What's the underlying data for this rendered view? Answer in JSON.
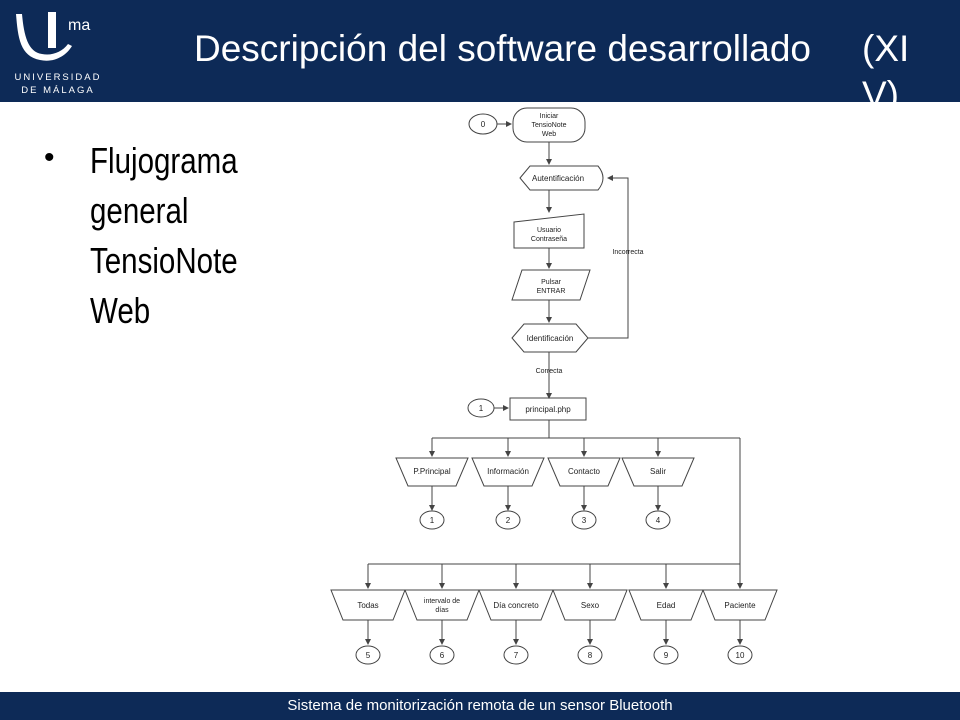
{
  "header": {
    "title": "Descripción del software desarrollado",
    "title_suffix": "(XIV)",
    "logo": {
      "icon": "university-logo-icon",
      "superscript": "ma",
      "line1": "UNIVERSIDAD",
      "line2": "DE MÁLAGA"
    }
  },
  "content": {
    "bullet": "Flujograma general TensioNote Web"
  },
  "flowchart": {
    "start_connector": "0",
    "start_node": "Iniciar TensioNote Web",
    "auth_node": "Autentificación",
    "user_node": "Usuario Contraseña",
    "press_node": "Pulsar ENTRAR",
    "ident_node": "Identificación",
    "incorrect_label": "Incorrecta",
    "correct_label": "Correcta",
    "main_connector": "1",
    "main_node": "principal.php",
    "menu_row1": [
      "P.Principal",
      "Información",
      "Contacto",
      "Salir"
    ],
    "connectors_row1": [
      "1",
      "2",
      "3",
      "4"
    ],
    "menu_row2": [
      "Todas",
      "intervalo de días",
      "Día concreto",
      "Sexo",
      "Edad",
      "Paciente"
    ],
    "connectors_row2": [
      "5",
      "6",
      "7",
      "8",
      "9",
      "10"
    ]
  },
  "footer": {
    "text": "Sistema de monitorización remota de un sensor Bluetooth"
  },
  "colors": {
    "header_bg": "#0d2a57",
    "footer_bg": "#0d2a57",
    "text_light": "#ffffff"
  }
}
